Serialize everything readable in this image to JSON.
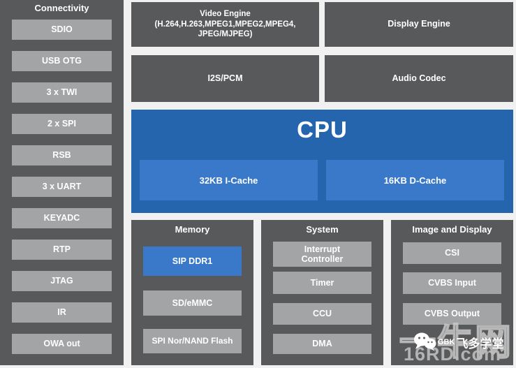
{
  "colors": {
    "background": "#f1f1f2",
    "panel_dark": "#58595b",
    "button_gray": "#a3a4a6",
    "cpu_blue": "#2565ae",
    "accent_blue": "#3a79c9",
    "text": "#ffffff",
    "watermark_gray": "#c9c9c9"
  },
  "sidebar": {
    "title": "Connectivity",
    "items": [
      "SDIO",
      "USB OTG",
      "3 x TWI",
      "2 x SPI",
      "RSB",
      "3 x UART",
      "KEYADC",
      "RTP",
      "JTAG",
      "IR",
      "OWA out"
    ]
  },
  "blocks": {
    "video_engine_name": "Video Engine",
    "video_engine_codecs": "(H.264,H.263,MPEG1,MPEG2,MPEG4, JPEG/MJPEG)",
    "display_engine": "Display Engine",
    "i2s_pcm": "I2S/PCM",
    "audio_codec": "Audio Codec"
  },
  "cpu": {
    "title": "CPU",
    "icache": "32KB I-Cache",
    "dcache": "16KB D-Cache"
  },
  "panels": [
    {
      "title": "Memory",
      "items": [
        {
          "label": "SIP DDR1",
          "accent": true
        },
        {
          "label": "SD/eMMC"
        },
        {
          "label": "SPI Nor/NAND Flash"
        }
      ]
    },
    {
      "title": "System",
      "items": [
        {
          "label": "Interrupt Controller"
        },
        {
          "label": "Timer"
        },
        {
          "label": "CCU"
        },
        {
          "label": "DMA"
        }
      ]
    },
    {
      "title": "Image and Display",
      "items": [
        {
          "label": "CSI"
        },
        {
          "label": "CVBS Input"
        },
        {
          "label": "CVBS Output"
        }
      ]
    }
  ],
  "watermark": {
    "site_name": "一牛网",
    "site_url": "16RD.com",
    "wechat_prefix": "GBK",
    "wechat_name": "飞多学堂"
  }
}
